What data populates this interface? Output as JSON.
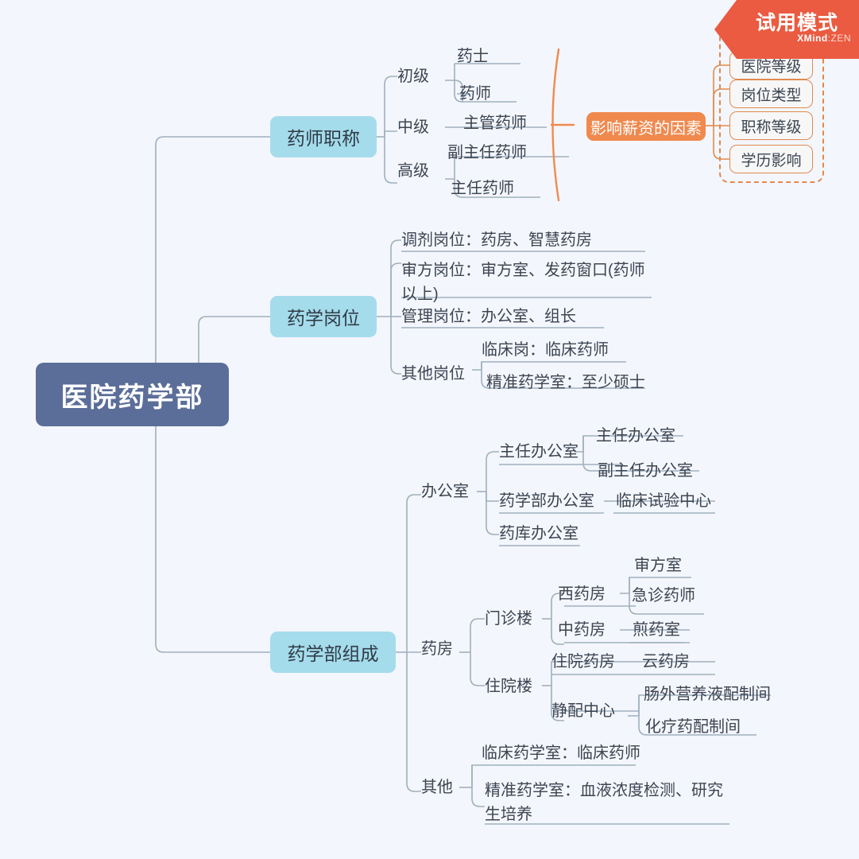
{
  "app": {
    "trial_banner": "试用模式",
    "logo_main": "XMind",
    "logo_sep": ":",
    "logo_suffix": "ZEN",
    "background": "#f4f6fd"
  },
  "colors": {
    "root_bg": "#5b6e99",
    "root_text": "#ffffff",
    "branch_bg": "#a5dcec",
    "branch_text": "#2f3b46",
    "accent_orange": "#f0894e",
    "boundary_orange": "#e08a4e",
    "wire": "#9fb0bd",
    "node_text": "#3c4551"
  },
  "mindmap": {
    "root": "医院药学部",
    "branches": [
      {
        "label": "药师职称",
        "children": [
          {
            "label": "初级",
            "children": [
              {
                "label": "药士"
              },
              {
                "label": "药师"
              }
            ]
          },
          {
            "label": "中级",
            "children": [
              {
                "label": "主管药师"
              }
            ]
          },
          {
            "label": "高级",
            "children": [
              {
                "label": "副主任药师"
              },
              {
                "label": "主任药师"
              }
            ]
          }
        ]
      },
      {
        "label": "药学岗位",
        "children": [
          {
            "label": "调剂岗位：药房、智慧药房"
          },
          {
            "label": "审方岗位：审方室、发药窗口(药师以上)"
          },
          {
            "label": "管理岗位：办公室、组长"
          },
          {
            "label": "其他岗位",
            "children": [
              {
                "label": "临床岗：临床药师"
              },
              {
                "label": "精准药学室：至少硕士"
              }
            ]
          }
        ]
      },
      {
        "label": "药学部组成",
        "children": [
          {
            "label": "办公室",
            "children": [
              {
                "label": "主任办公室",
                "children": [
                  {
                    "label": "主任办公室"
                  },
                  {
                    "label": "副主任办公室"
                  }
                ]
              },
              {
                "label": "药学部办公室",
                "children": [
                  {
                    "label": "临床试验中心"
                  }
                ]
              },
              {
                "label": "药库办公室"
              }
            ]
          },
          {
            "label": "药房",
            "children": [
              {
                "label": "门诊楼",
                "children": [
                  {
                    "label": "西药房",
                    "children": [
                      {
                        "label": "审方室"
                      },
                      {
                        "label": "急诊药师"
                      }
                    ]
                  },
                  {
                    "label": "中药房",
                    "children": [
                      {
                        "label": "煎药室"
                      }
                    ]
                  }
                ]
              },
              {
                "label": "住院楼",
                "children": [
                  {
                    "label": "住院药房",
                    "children": [
                      {
                        "label": "云药房"
                      }
                    ]
                  },
                  {
                    "label": "静配中心",
                    "children": [
                      {
                        "label": "肠外营养液配制间"
                      },
                      {
                        "label": "化疗药配制间"
                      }
                    ]
                  }
                ]
              }
            ]
          },
          {
            "label": "其他",
            "children": [
              {
                "label": "临床药学室：临床药师"
              },
              {
                "label": "精准药学室：血液浓度检测、研究生培养"
              }
            ]
          }
        ]
      }
    ],
    "callout": {
      "label": "影响薪资的因素",
      "items": [
        "医院等级",
        "岗位类型",
        "职称等级",
        "学历影响"
      ]
    }
  }
}
